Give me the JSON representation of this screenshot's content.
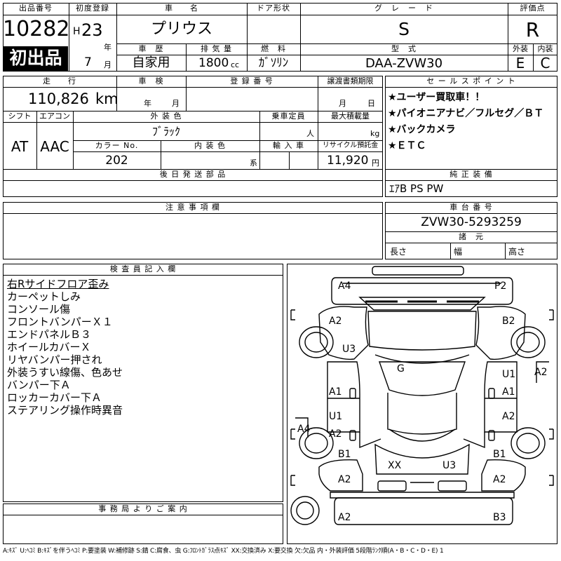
{
  "header": {
    "lot_label": "出品番号",
    "lot_number": "10282",
    "first_listing": "初出品",
    "first_reg_label": "初度登録",
    "era": "H",
    "year": "23",
    "year_unit": "年",
    "month": "7",
    "month_unit": "月",
    "car_name_label": "車　　名",
    "car_name": "プリウス",
    "door_label": "ドア形状",
    "door_value": "",
    "grade_label": "グ　レ　ー　ド",
    "grade": "S",
    "rating_label": "評価点",
    "rating": "R",
    "history_label": "車　歴",
    "history": "自家用",
    "displacement_label": "排 気 量",
    "displacement": "1800",
    "displacement_unit": "cc",
    "fuel_label": "燃　料",
    "fuel": "ｶﾞｿﾘﾝ",
    "model_label": "型　式",
    "model": "DAA-ZVW30",
    "exterior_label": "外装",
    "exterior": "E",
    "interior_label": "内装",
    "interior": "C"
  },
  "specs": {
    "mileage_label": "走　　行",
    "mileage": "110,826",
    "mileage_unit": "km",
    "inspection_label": "車　検",
    "inspection_year_unit": "年",
    "inspection_month_unit": "月",
    "plate_label": "登 録 番 号",
    "plate": "",
    "transfer_label": "譲渡書類期限",
    "transfer_month_unit": "月",
    "transfer_day_unit": "日",
    "shift_label": "シフト",
    "shift": "AT",
    "aircon_label": "エアコン",
    "aircon": "AAC",
    "color_label": "外 装 色",
    "color": "ﾌﾞﾗｯｸ",
    "capacity_label": "乗車定員",
    "capacity_unit": "人",
    "load_label": "最大積載量",
    "load_unit": "kg",
    "color_no_label": "カラー No.",
    "color_no": "202",
    "interior_color_label": "内 装 色",
    "interior_color_unit": "系",
    "import_label": "輸 入 車",
    "recycle_label": "リサイクル預託金",
    "recycle_fee": "11,920",
    "recycle_unit": "円"
  },
  "sales_points": {
    "label": "セ ー ル ス ポ イ ン ト",
    "items": [
      "★ユーザー買取車！！",
      "★パイオニアナビ／フルセグ／ＢＴ",
      "★バックカメラ",
      "★ＥＴＣ"
    ]
  },
  "later_parts": {
    "label": "後 日 発 送 部 品",
    "value": ""
  },
  "genuine_equipment": {
    "label": "純 正 装 備",
    "value": "ｴｱB PS PW"
  },
  "notes": {
    "label": "注 意 事 項 欄",
    "value": ""
  },
  "chassis": {
    "label": "車 台 番 号",
    "number": "ZVW30-5293259",
    "dims_label": "諸　元",
    "length_label": "長さ",
    "width_label": "幅",
    "height_label": "高さ"
  },
  "inspector": {
    "label": "検 査 員 記 入 欄",
    "lines": [
      "右Rサイドフロア歪み",
      "カーペットしみ",
      "コンソール傷",
      "フロントバンパーＸ１",
      "エンドパネルＢ３",
      "ホイールカバーＸ",
      "リヤバンパー押され",
      "外装うすい線傷、色あせ",
      "バンパー下Ａ",
      "ロッカーカバー下Ａ",
      "ステアリング操作時異音"
    ]
  },
  "office": {
    "label": "事 務 局 よ り ご 案 内",
    "value": ""
  },
  "damage_codes": [
    "A4",
    "P2",
    "A2",
    "B2",
    "U3",
    "A2",
    "G",
    "U1",
    "A1",
    "A1",
    "U1",
    "A2",
    "A2",
    "A4",
    "B1",
    "B1",
    "XX",
    "U3",
    "A2",
    "A2",
    "A2",
    "B3"
  ],
  "legend": "A:ｷｽﾞ U:ﾍｺﾐ B:ｷｽﾞを伴うﾍｺﾐ P:要塗装 W:補修跡 S:錆 C:腐食、虫 G:ﾌﾛﾝﾄｶﾞﾗｽ点ｷｽﾞ XX:交換済み X:要交換 欠:欠品 内・外装評価 5段階ﾗﾝｸ順(A・B・C・D・E) 1"
}
